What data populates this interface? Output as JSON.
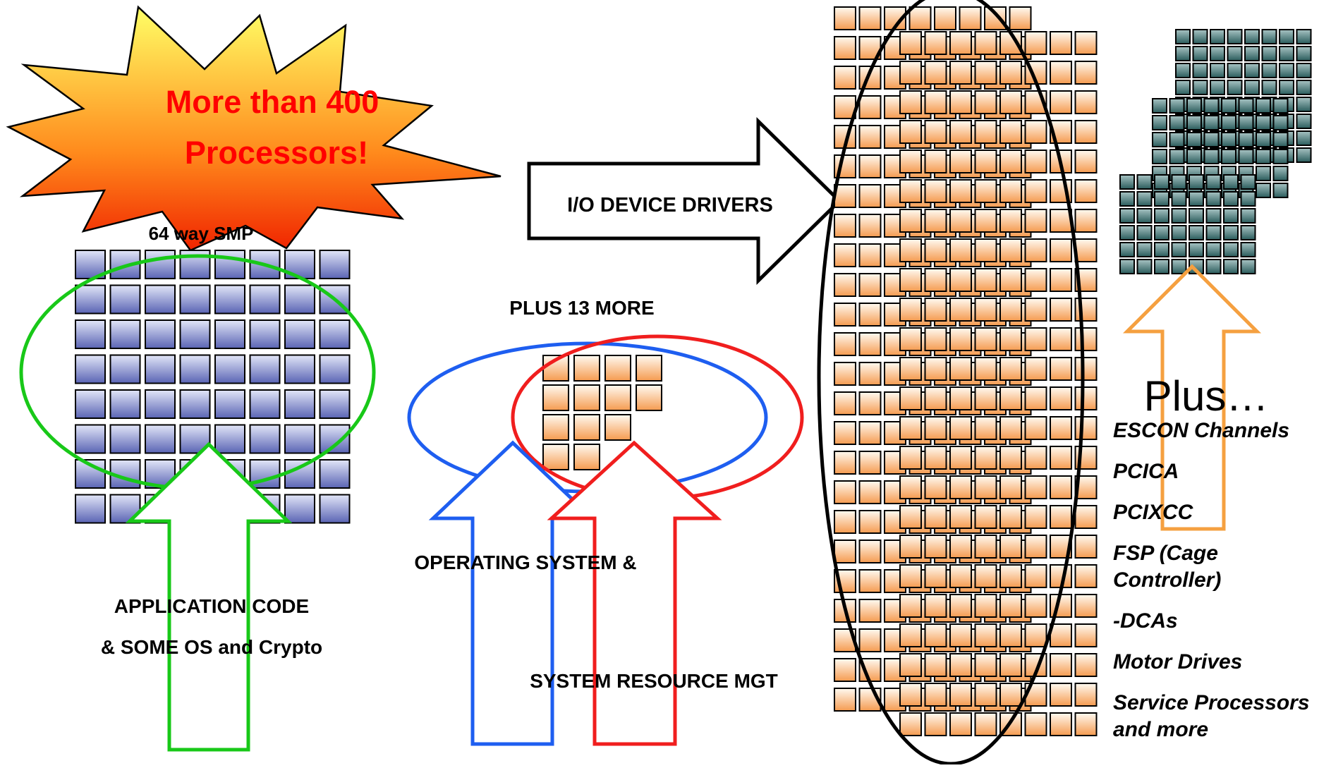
{
  "starburst": {
    "line1": "More than 400",
    "line2": "Processors!"
  },
  "smp": {
    "label": "64 way SMP",
    "caption_line1": "APPLICATION CODE",
    "caption_line2": "& SOME OS and Crypto"
  },
  "system": {
    "label": "PLUS 13 MORE",
    "caption_os": "OPERATING SYSTEM &",
    "caption_srm": "SYSTEM RESOURCE MGT"
  },
  "io": {
    "arrow_label": "I/O DEVICE DRIVERS"
  },
  "plus": {
    "title": "Plus…",
    "items": [
      "ESCON Channels",
      "PCICA",
      "PCIXCC",
      "FSP (Cage Controller)",
      "-DCAs",
      "Motor Drives",
      "Service Processors and more"
    ]
  },
  "colors": {
    "blue_chip_top": "#e2e6f8",
    "blue_chip_bottom": "#5a64b4",
    "orange_chip_top": "#fffaf2",
    "orange_chip_bottom": "#f59b50",
    "teal_chip_top": "#a8c4c4",
    "teal_chip_bottom": "#2a5c5c",
    "starburst_top": "#ffff66",
    "starburst_bottom": "#f02400",
    "title_red": "#ff0000",
    "green": "#18c818",
    "blue": "#1e5ef0",
    "red": "#f01e1e",
    "orange": "#f5a040"
  }
}
